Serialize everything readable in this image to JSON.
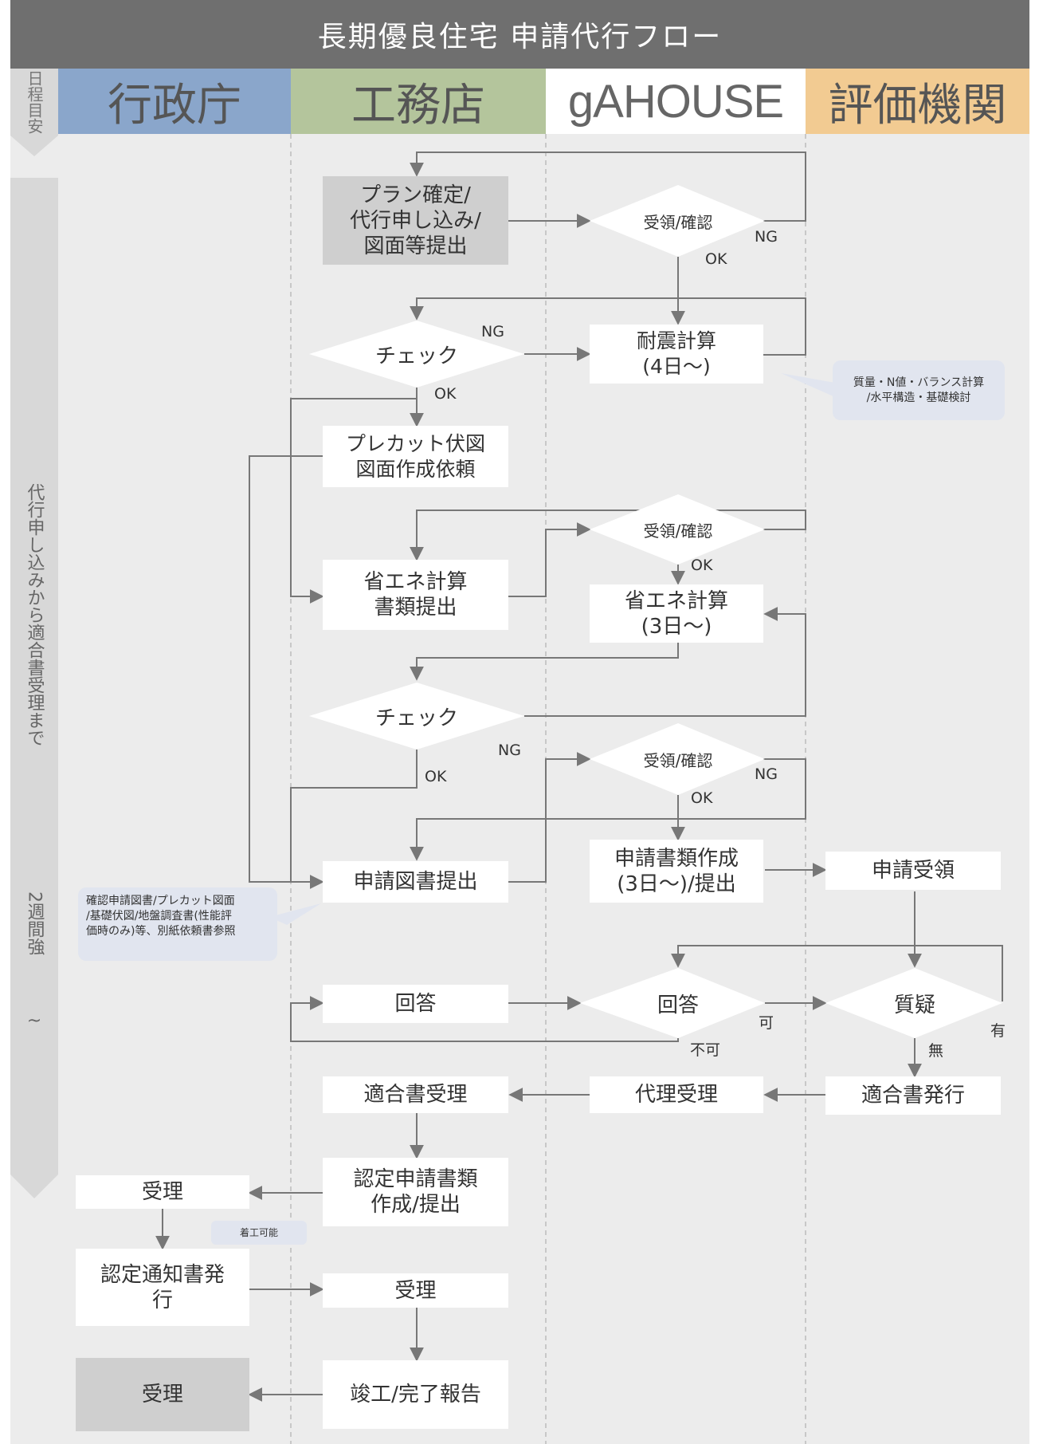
{
  "title": "長期優良住宅 申請代行フロー",
  "lanes": {
    "schedule": "日程目安",
    "gov": "行政庁",
    "builder": "工務店",
    "gahouse": "gAHOUSE",
    "evaluator": "評価機関"
  },
  "schedule": {
    "period_label": "代行申し込みから適合書受理まで",
    "duration": "2週間強",
    "tilde": "~"
  },
  "lane_colors": {
    "gov": "#8aa6cb",
    "builder": "#b4c59c",
    "gahouse": "#ffffff",
    "evaluator": "#f2cb92"
  },
  "nodes": {
    "plan_submit": "プラン確定/\n代行申し込み/\n図面等提出",
    "receive_confirm_1": "受領/確認",
    "seismic_calc": "耐震計算\n(4日〜)",
    "check_1": "チェック",
    "precut_request": "プレカット伏図\n図面作成依頼",
    "receive_confirm_2": "受領/確認",
    "energy_submit": "省エネ計算\n書類提出",
    "energy_calc": "省エネ計算\n(3日〜)",
    "check_2": "チェック",
    "receive_confirm_3": "受領/確認",
    "app_drawings_submit": "申請図書提出",
    "app_docs_create": "申請書類作成\n(3日〜)/提出",
    "app_receive": "申請受領",
    "answer_builder": "回答",
    "answer_gahouse": "回答",
    "inquiry": "質疑",
    "conformity_accept": "適合書受理",
    "proxy_accept": "代理受理",
    "conformity_issue": "適合書発行",
    "cert_app_docs": "認定申請書類\n作成/提出",
    "gov_accept_1": "受理",
    "cert_notice": "認定通知書発\n行",
    "builder_accept": "受理",
    "completion_report": "竣工/完了報告",
    "gov_accept_2": "受理"
  },
  "edge_labels": {
    "ng_1": "NG",
    "ok_1": "OK",
    "ng_2": "NG",
    "ok_2": "OK",
    "ok_3": "OK",
    "ng_3": "NG",
    "ok_4": "OK",
    "ng_4": "NG",
    "ok_5": "OK",
    "allowed": "可",
    "not_allowed": "不可",
    "exists": "有",
    "none": "無"
  },
  "notes": {
    "seismic_note": "質量・N値・バランス計算\n/水平構造・基礎検討",
    "drawings_note": "確認申請図書/プレカット図面\n/基礎伏図/地盤調査書(性能評\n価時のみ)等、別紙依頼書参照",
    "start_note": "着工可能"
  }
}
